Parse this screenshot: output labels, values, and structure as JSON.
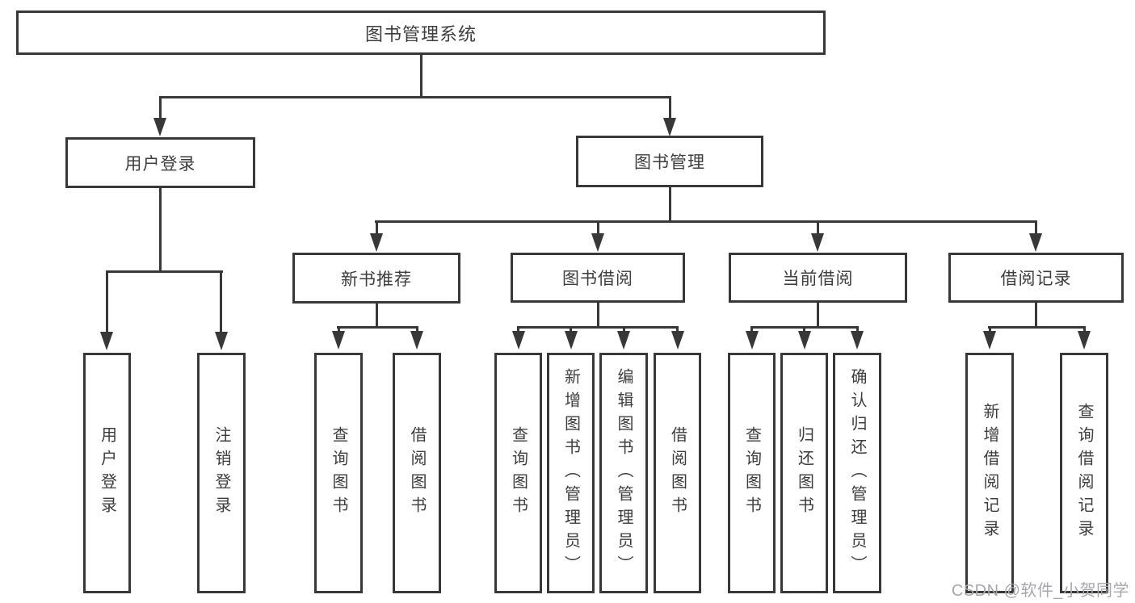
{
  "title": "图书管理系统",
  "watermark": "CSDN @软件_小贺同学",
  "colors": {
    "line": "#383838",
    "text": "#3d3d3d",
    "background": "#ffffff",
    "watermark": "#a7a7ac"
  },
  "diagram": {
    "type": "tree",
    "root": {
      "label": "图书管理系统"
    },
    "level2": [
      {
        "label": "用户登录"
      },
      {
        "label": "图书管理"
      }
    ],
    "level3": [
      {
        "label": "新书推荐"
      },
      {
        "label": "图书借阅"
      },
      {
        "label": "当前借阅"
      },
      {
        "label": "借阅记录"
      }
    ],
    "leaves": {
      "user_login": [
        "用户登录",
        "注销登录"
      ],
      "new_books": [
        "查询图书",
        "借阅图书"
      ],
      "book_borrow": [
        "查询图书",
        "新增图书（管理员）",
        "编辑图书（管理员）",
        "借阅图书"
      ],
      "current_borrow": [
        "查询图书",
        "归还图书",
        "确认归还（管理员）"
      ],
      "borrow_records": [
        "新增借阅记录",
        "查询借阅记录"
      ]
    }
  }
}
